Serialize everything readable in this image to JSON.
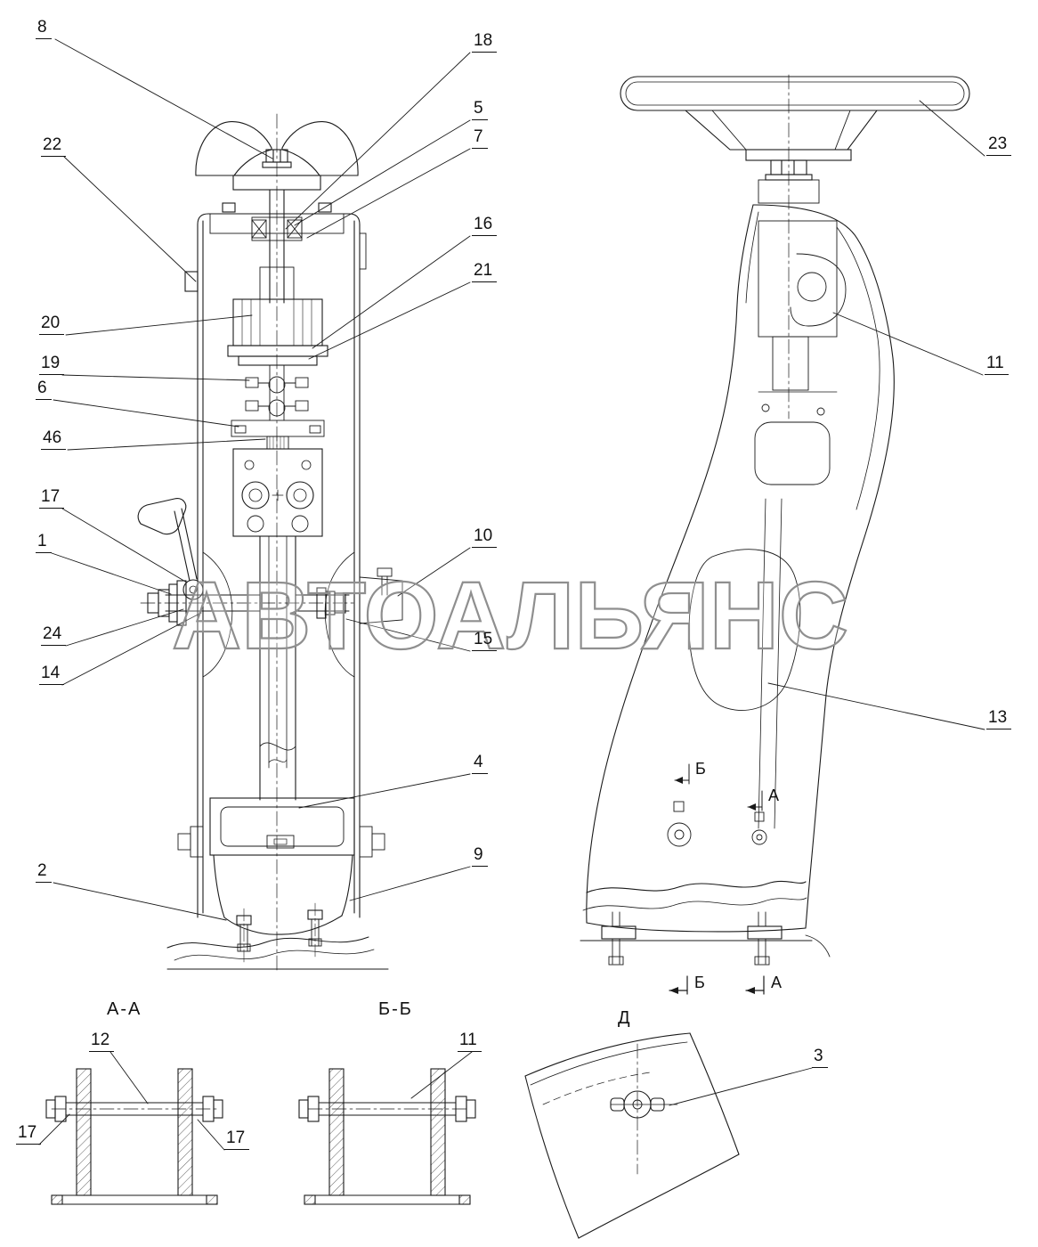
{
  "figure": {
    "watermark": "АВТОАЛЬЯНС",
    "section_titles": {
      "aa": "А-А",
      "bb": "Б-Б",
      "d": "Д"
    },
    "view_arrows": {
      "b_mid": "Б",
      "a_mid": "А",
      "b_bottom": "Б",
      "a_bottom": "А"
    },
    "callouts": {
      "c8": "8",
      "c22": "22",
      "c20": "20",
      "c19": "19",
      "c6": "6",
      "c46": "46",
      "c17a": "17",
      "c1": "1",
      "c24": "24",
      "c14": "14",
      "c2": "2",
      "c18": "18",
      "c5": "5",
      "c7": "7",
      "c16": "16",
      "c21": "21",
      "c10": "10",
      "c15": "15",
      "c4": "4",
      "c9": "9",
      "c23": "23",
      "c11a": "11",
      "c13": "13",
      "c12": "12",
      "c17b": "17",
      "c17c": "17",
      "c11b": "11",
      "c3": "3"
    },
    "colors": {
      "line": "#1a1a1a",
      "watermark": "#8f8f8f",
      "background": "#ffffff"
    }
  }
}
